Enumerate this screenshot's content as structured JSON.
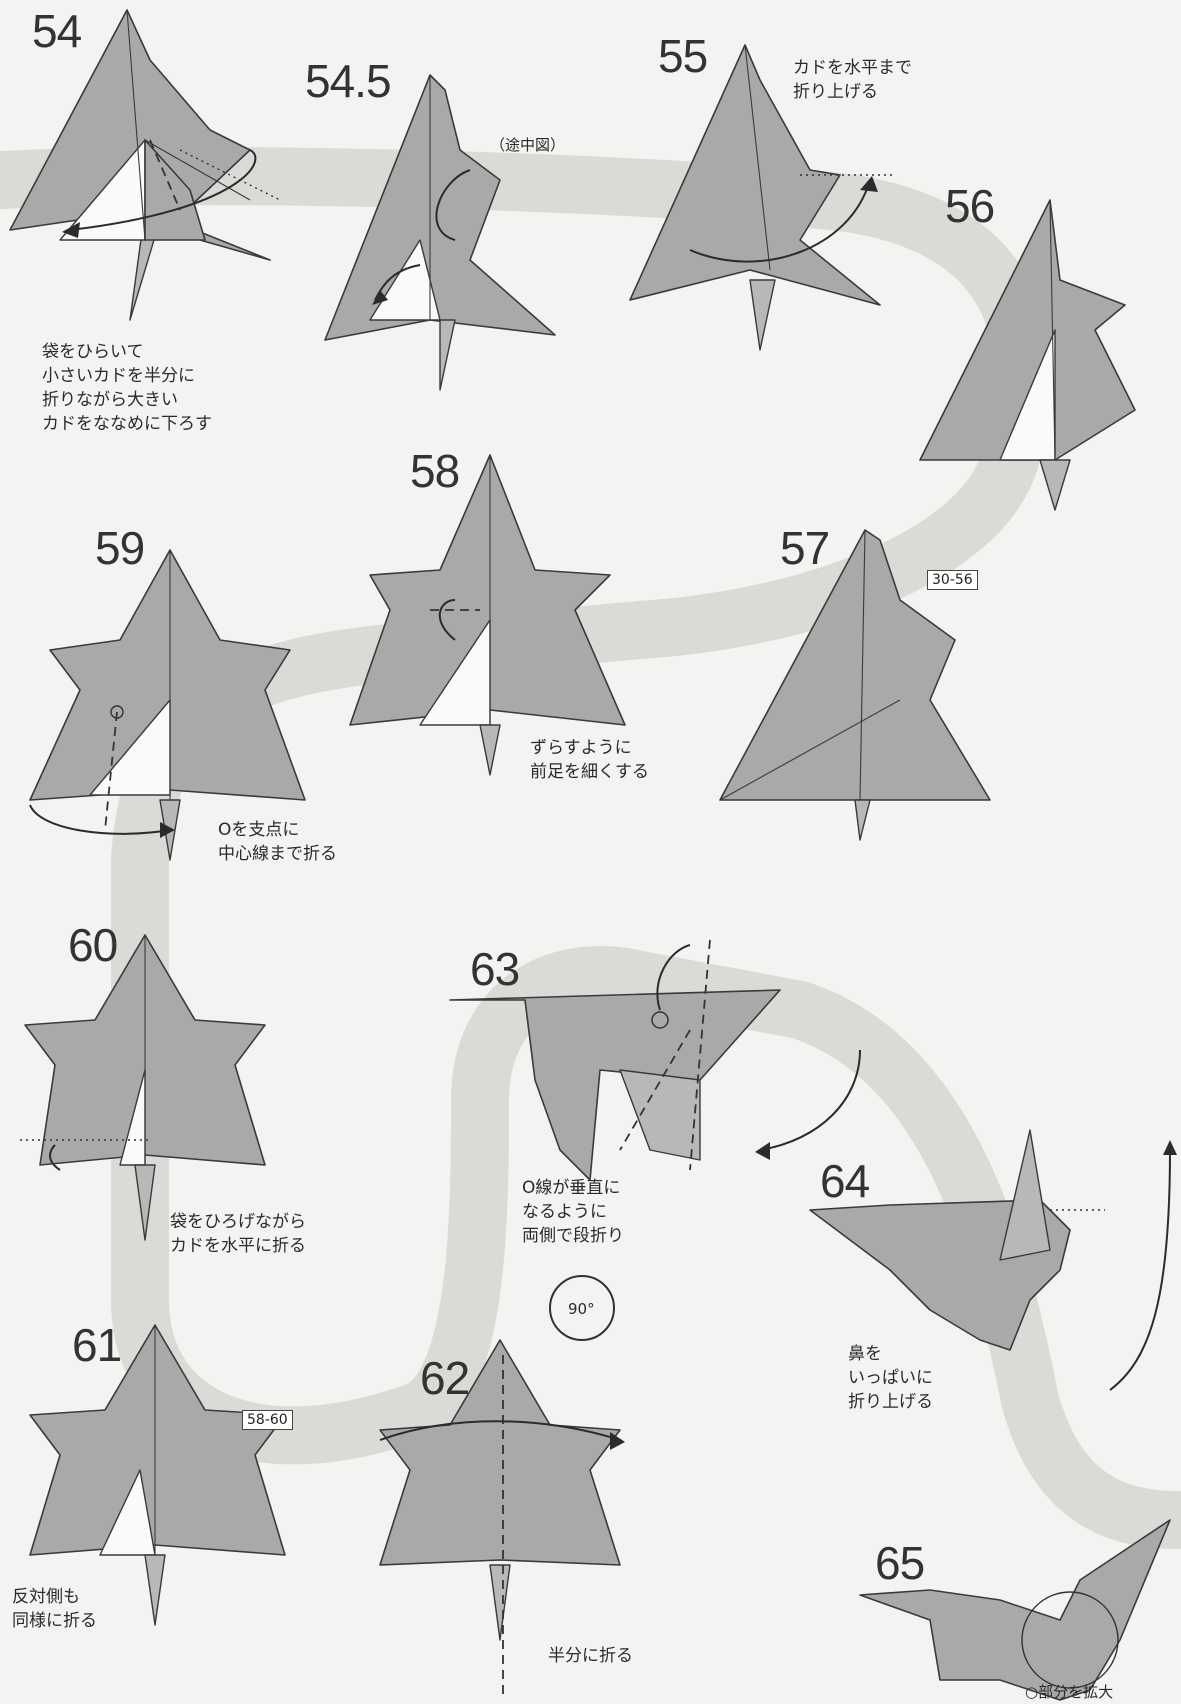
{
  "steps": [
    {
      "id": "54",
      "label": "54"
    },
    {
      "id": "54_5",
      "label": "54.5"
    },
    {
      "id": "55",
      "label": "55"
    },
    {
      "id": "56",
      "label": "56"
    },
    {
      "id": "57",
      "label": "57"
    },
    {
      "id": "58",
      "label": "58"
    },
    {
      "id": "59",
      "label": "59"
    },
    {
      "id": "60",
      "label": "60"
    },
    {
      "id": "61",
      "label": "61"
    },
    {
      "id": "62",
      "label": "62"
    },
    {
      "id": "63",
      "label": "63"
    },
    {
      "id": "64",
      "label": "64"
    },
    {
      "id": "65",
      "label": "65"
    }
  ],
  "text": {
    "s54": "袋をひらいて\n小さいカドを半分に\n折りながら大きい\nカドをななめに下ろす",
    "s54_5": "（途中図）",
    "s55": "カドを水平まで\n折り上げる",
    "s57_ref": "30-56",
    "s58": "ずらすように\n前足を細くする",
    "s59": "Oを支点に\n中心線まで折る",
    "s60": "袋をひろげながら\nカドを水平に折る",
    "s61_ref": "58-60",
    "s61": "反対側も\n同様に折る",
    "s62": "半分に折る",
    "s63": "O線が垂直に\nなるように\n両側で段折り",
    "rotate": "90°",
    "s64": "鼻を\nいっぱいに\n折り上げる",
    "s65_partial": "○部分を拡大"
  },
  "colors": {
    "paper": "#a9a9a9",
    "background": "#f3f3f1",
    "flow_band": "#dadad6",
    "line": "#3a3a3a"
  }
}
